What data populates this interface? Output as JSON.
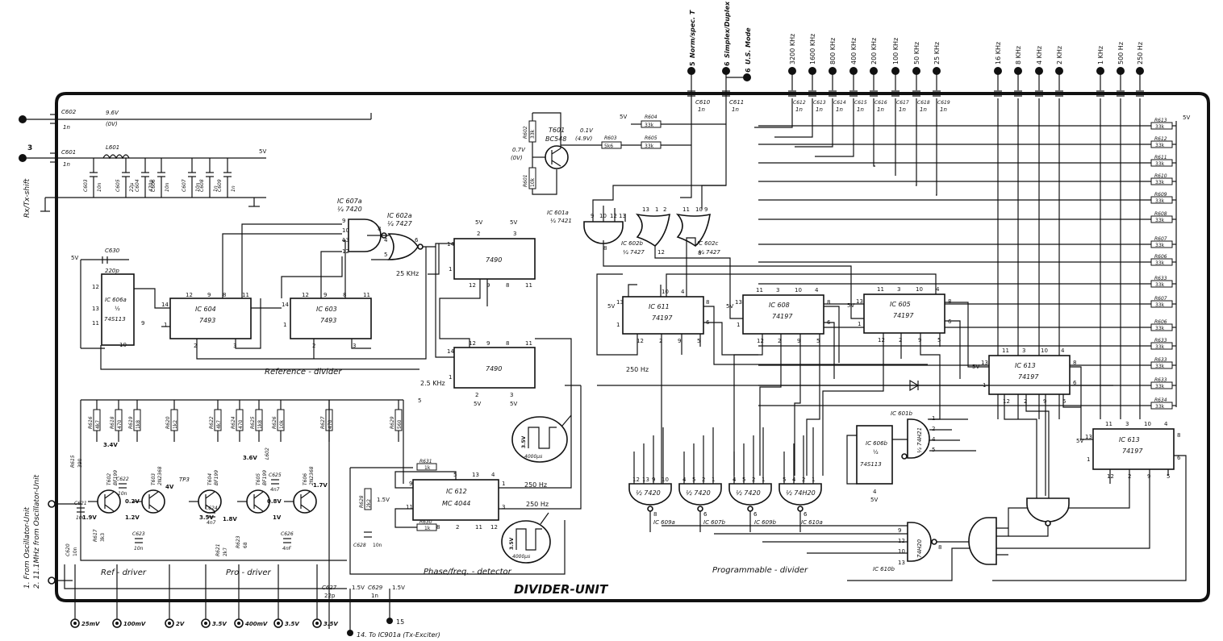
{
  "title": "DIVIDER-UNIT",
  "sections": {
    "reference_divider": "Reference - divider",
    "ref_driver": "Ref - driver",
    "pro_driver": "Pro - driver",
    "phase_detector": "Phase/freq. - detector",
    "programmable_divider": "Programmable - divider"
  },
  "top_terminals": [
    {
      "num": "5",
      "label": "Norm/spec. T"
    },
    {
      "num": "6",
      "label": "Simplex/Duplex"
    },
    {
      "num": "6",
      "label": "U.S. Mode"
    }
  ],
  "freq_terminals": [
    "3200 KHz",
    "1600 KHz",
    "800 KHz",
    "400 KHz",
    "200 KHz",
    "100 KHz",
    "50 KHz",
    "25 KHz",
    "16 KHz",
    "8 KHz",
    "4 KHz",
    "2 KHz",
    "1 KHz",
    "500 Hz",
    "250 Hz"
  ],
  "top_caps": [
    {
      "ref": "C610",
      "val": "1n"
    },
    {
      "ref": "C611",
      "val": "1n"
    },
    {
      "ref": "C612",
      "val": "1n"
    },
    {
      "ref": "C613",
      "val": "1n"
    },
    {
      "ref": "C614",
      "val": "1n"
    },
    {
      "ref": "C615",
      "val": "1n"
    },
    {
      "ref": "C616",
      "val": "1n"
    },
    {
      "ref": "C617",
      "val": "1n"
    },
    {
      "ref": "C618",
      "val": "1n"
    },
    {
      "ref": "C619",
      "val": "1n"
    }
  ],
  "right_resistors": [
    "R613",
    "R612",
    "R611",
    "R610",
    "R609",
    "R608",
    "R607",
    "R606",
    "R633",
    "R607",
    "R606",
    "R633",
    "R633",
    "R633",
    "R634"
  ],
  "right_resistor_value": "33k",
  "supply_5v": "5V",
  "left_inputs": {
    "line1": "Rx/Tx-shift",
    "line1_num": "3",
    "c602": "C602",
    "c602_val": "1n",
    "c601": "C601",
    "c601_val": "1n",
    "v96": "9.6V",
    "v0": "(0V)",
    "l601": "L601",
    "from_osc1": "1. From Oscillator-Unit",
    "from_osc2": "2. 11.1MHz from Oscillator-Unit"
  },
  "supply_caps": [
    {
      "ref": "C603",
      "val": "10n"
    },
    {
      "ref": "C605",
      "val": "22µ"
    },
    {
      "ref": "C604",
      "val": "470p"
    },
    {
      "ref": "C606",
      "val": "10n"
    },
    {
      "ref": "C607",
      "val": "10n"
    },
    {
      "ref": "C608",
      "val": "1n"
    },
    {
      "ref": "C609",
      "val": "1n"
    }
  ],
  "ics": {
    "ic607a": {
      "name": "IC 607a",
      "type": "¼ 7420"
    },
    "ic602a": {
      "name": "IC 602a",
      "type": "¼ 7427"
    },
    "ic606a": {
      "name": "IC 606a",
      "type": "74S113",
      "frac": "½"
    },
    "ic604": {
      "name": "IC 604",
      "type": "7493"
    },
    "ic603": {
      "name": "IC 603",
      "type": "7493"
    },
    "u7490a": {
      "type": "7490"
    },
    "u7490b": {
      "type": "7490"
    },
    "ic601a": {
      "name": "IC 601a",
      "type": "¼ 7421"
    },
    "ic602b": {
      "name": "IC 602b",
      "type": "¼ 7427"
    },
    "ic602c": {
      "name": "IC 602c",
      "type": "¼ 7427"
    },
    "ic611": {
      "name": "IC 611",
      "type": "74197"
    },
    "ic608": {
      "name": "IC 608",
      "type": "74197"
    },
    "ic605": {
      "name": "IC 605",
      "type": "74197"
    },
    "ic613a": {
      "name": "IC 613",
      "type": "74197"
    },
    "ic613b": {
      "name": "IC 613",
      "type": "74197"
    },
    "ic612": {
      "name": "IC 612",
      "type": "MC 4044"
    },
    "ic601b": {
      "name": "IC 601b",
      "type": "¼ 74H21"
    },
    "ic606b": {
      "name": "IC 606b",
      "type": "74S113",
      "frac": "½"
    },
    "ic609a": {
      "name": "IC 609a",
      "type": "½ 7420"
    },
    "ic607b": {
      "name": "IC 607b",
      "type": "½ 7420"
    },
    "ic609b": {
      "name": "IC 609b",
      "type": "½ 7420"
    },
    "ic610a": {
      "name": "IC 610a",
      "type": "½ 74H20"
    },
    "ic610b": {
      "name": "IC 610b",
      "type": "74H20"
    }
  },
  "freq_labels": {
    "f25k": "25 KHz",
    "f2_5k": "2.5 KHz",
    "f250_1": "250 Hz",
    "f250_2": "250 Hz",
    "f250_3": "250 Hz"
  },
  "waveforms": [
    {
      "amp": "3.5V",
      "period": "4000µs"
    },
    {
      "amp": "3.5V",
      "period": "4000µs"
    }
  ],
  "t601": {
    "ref": "T601",
    "type": "BC548",
    "v1": "0.1V",
    "v1b": "(4.9V)",
    "v2": "0.7V",
    "v2b": "(0V)",
    "r604": "R604",
    "r604v": "33k",
    "r603": "R603",
    "r603v": "5k6",
    "r605": "R605",
    "r605v": "33k",
    "r602": "R602",
    "r602v": "33k",
    "r601": "R601",
    "r601v": "10k"
  },
  "driver_resistors": [
    {
      "ref": "R616",
      "val": "4k7"
    },
    {
      "ref": "R618",
      "val": "470"
    },
    {
      "ref": "R619",
      "val": "1k8"
    },
    {
      "ref": "R620",
      "val": "1k2"
    },
    {
      "ref": "R622",
      "val": "4k7"
    },
    {
      "ref": "R624",
      "val": "470"
    },
    {
      "ref": "R625",
      "val": "1k8"
    },
    {
      "ref": "R626",
      "val": "10k"
    },
    {
      "ref": "R627",
      "val": "470"
    },
    {
      "ref": "R629",
      "val": "560"
    }
  ],
  "transistors": [
    {
      "ref": "T602",
      "type": "BF199"
    },
    {
      "ref": "T603",
      "type": "2N2368"
    },
    {
      "ref": "T604",
      "type": "BF199"
    },
    {
      "ref": "T605",
      "type": "BF199"
    },
    {
      "ref": "T606",
      "type": "2N2368"
    }
  ],
  "driver_volts": [
    "3.4V",
    "0.2V",
    "1.2V",
    "1.9V",
    "4V",
    "3.5V",
    "1.8V",
    "3.6V",
    "0.8V",
    "1V",
    "1.7V"
  ],
  "tp3": "TP3",
  "driver_caps": [
    {
      "ref": "C621",
      "val": "10n"
    },
    {
      "ref": "C622",
      "val": "10n"
    },
    {
      "ref": "C623",
      "val": "10n"
    },
    {
      "ref": "C624",
      "val": "4n7"
    },
    {
      "ref": "C625",
      "val": "4n7"
    },
    {
      "ref": "C626",
      "val": "4nF"
    }
  ],
  "lower_parts": {
    "r615": "R615",
    "r615v": "390",
    "r617": "R617",
    "r617v": "3k3",
    "r621": "R621",
    "r621v": "2k7",
    "r623": "R623",
    "r623v": "68",
    "r628": "R628",
    "r628v": "2k2",
    "r630": "R630",
    "r630v": "1k",
    "r631": "R631",
    "r631v": "1k",
    "c628": "C628",
    "c628v": "10n",
    "c627": "C627",
    "c627v": "22p",
    "c629": "C629",
    "c629v": "1n",
    "c620": "C620",
    "c620v": "10n",
    "l602": "L602"
  },
  "c630": {
    "ref": "C630",
    "val": "220p"
  },
  "phase_volts": [
    "1.5V",
    "1.5V",
    "1.5V"
  ],
  "bottom_meters": [
    "25mV",
    "100mV",
    "2V",
    "3.5V",
    "400mV",
    "3.5V",
    "3.5V"
  ],
  "to_exciter": "14. To IC901a (Tx-Exciter)",
  "pin15": "15"
}
